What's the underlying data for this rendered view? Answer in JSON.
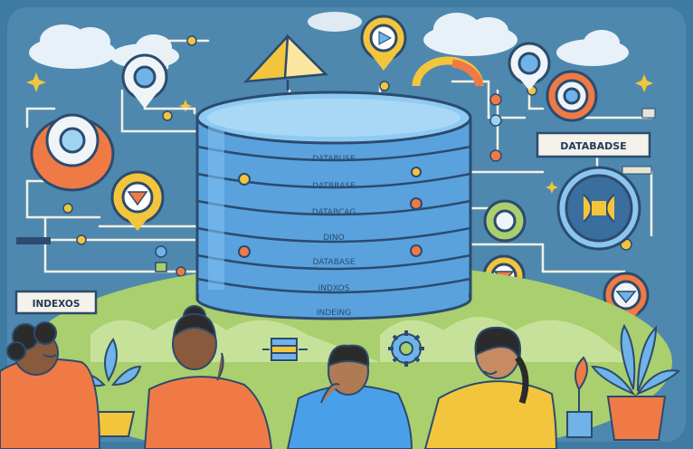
{
  "illustration": {
    "cylinder_bands": [
      "DATABUSE",
      "DATBBASE",
      "DATABCAG",
      "DINO",
      "DATABASE",
      "INDXOS",
      "INDEING"
    ],
    "signs": {
      "left": "INDEXOS",
      "right": "DATABADSE"
    },
    "colors": {
      "background": "#4d84a8",
      "cylinder": "#6fb3e8",
      "grass": "#a9cf6e",
      "accent_orange": "#f07a45",
      "accent_yellow": "#f2c53d"
    }
  }
}
